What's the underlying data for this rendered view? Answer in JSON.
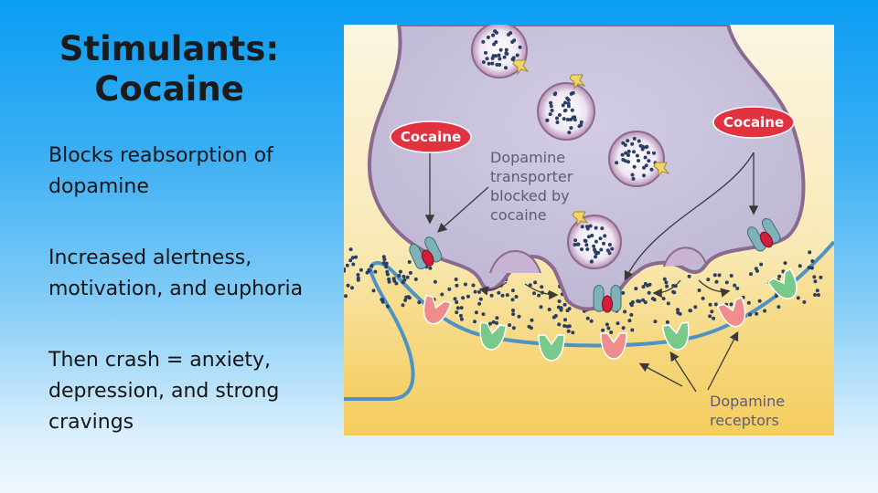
{
  "slide": {
    "title_line1": "Stimulants:",
    "title_line2": "Cocaine",
    "bullets": [
      "Blocks reabsorption of dopamine",
      "Increased alertness, motivation, and euphoria",
      "Then crash = anxiety, depression, and strong cravings"
    ]
  },
  "figure": {
    "cocaine_label_left": "Cocaine",
    "cocaine_label_right": "Cocaine",
    "transporter_label": [
      "Dopamine",
      "transporter",
      "blocked by",
      "cocaine"
    ],
    "receptor_label": [
      "Dopamine",
      "receptors"
    ]
  },
  "colors": {
    "neuron_fill": "#c9c3dc",
    "neuron_outline": "#8a6a8e",
    "cleft": "#f7f2d2",
    "cocaine_pill": "#e0323f",
    "receptor_pink": "#ef8d8e",
    "receptor_green": "#79c98a",
    "transporter": "#7fb1b8",
    "dendrite_outline": "#4d93c6"
  }
}
